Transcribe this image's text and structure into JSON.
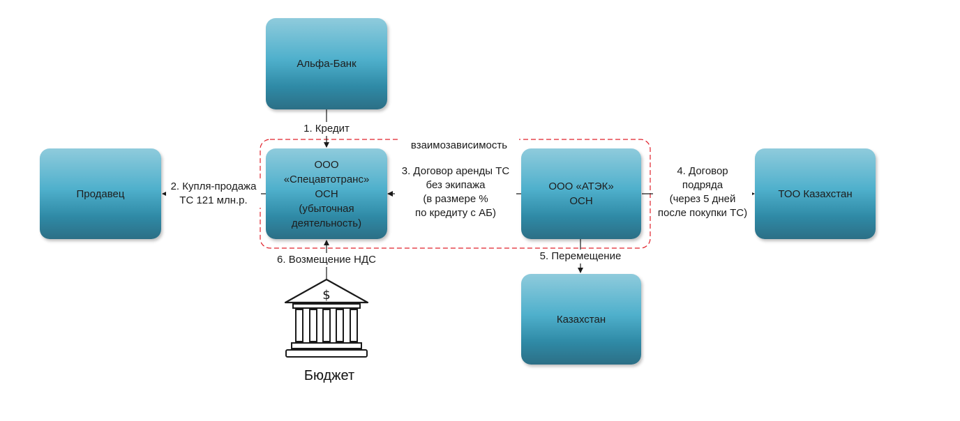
{
  "nodes": {
    "alfa_bank": "Альфа-Банк",
    "seller": "Продавец",
    "spetsavtotrans": "ООО\n«Спецавтотранс»\nОСН\n(убыточная\nдеятельность)",
    "atek": "ООО «АТЭК»\nОСН",
    "too_kazakhstan": "ТОО Казахстан",
    "kazakhstan": "Казахстан",
    "budget": "Бюджет"
  },
  "edges": {
    "credit": "1. Кредит",
    "purchase": "2. Купля-продажа\nТС 121 млн.р.",
    "lease": "3. Договор аренды ТС\nбез экипажа\n(в размере %\nпо кредиту с АБ)",
    "contract": "4. Договор\nподряда\n(через 5 дней\nпосле покупки ТС)",
    "relocation": "5. Перемещение",
    "vat_refund": "6. Возмещение НДС"
  },
  "group_label": "взаимозависимость",
  "icons": {
    "budget": "bank-building-dollar-icon"
  },
  "colors": {
    "box_top": "#8fcbdc",
    "box_bottom": "#2c6f86",
    "group_border": "#e0212b",
    "line": "#1a1a1a"
  }
}
